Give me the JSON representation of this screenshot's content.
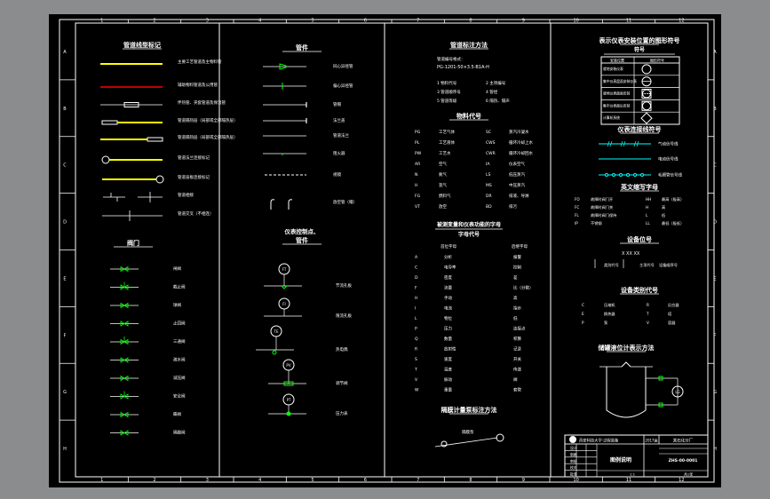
{
  "colors": {
    "background": "#8b8c8d",
    "paper": "#000000",
    "line": "#ffffff",
    "process": "#ffff00",
    "utility": "#ff0000",
    "signal": "#00ffff",
    "valve": "#00ff00"
  },
  "grid": {
    "columns": [
      "1",
      "2",
      "3",
      "4",
      "5",
      "6",
      "7",
      "8",
      "9",
      "10",
      "11",
      "12"
    ],
    "rows": [
      "A",
      "B",
      "C",
      "D",
      "E",
      "F",
      "G",
      "H"
    ]
  },
  "col1": {
    "title": "管道线型标记",
    "lines": [
      "主要工艺管道及主物料管",
      "辅助物料管道及公用管",
      "伴热管、夹套管道及保温管",
      "管道隔热层（局部或全部隔热层）",
      "管道隔热层（局部或全部隔热层）",
      "管道法兰连接标记",
      "管道盲板连接标记",
      "管道相接",
      "管道交叉（不相连）"
    ],
    "valve_title": "阀门",
    "valves": [
      "闸阀",
      "截止阀",
      "球阀",
      "止回阀",
      "三通阀",
      "疏水阀",
      "减压阀",
      "安全阀",
      "蝶阀",
      "隔膜阀"
    ]
  },
  "col2": {
    "title": "管件",
    "fittings": [
      "同心异径管",
      "偏心异径管",
      "管帽",
      "法兰盖",
      "管道法兰",
      "阻火器",
      "视镜",
      "放空管（帽）"
    ],
    "inst_title": "仪表控制点、",
    "inst_subtitle": "管件",
    "instruments": [
      {
        "tag": "FT",
        "label": "节流孔板"
      },
      {
        "tag": "FI",
        "label": "限流孔板"
      },
      {
        "tag": "TE",
        "label": "热电偶"
      },
      {
        "tag": "PV",
        "label": "调节阀"
      },
      {
        "tag": "PT",
        "label": "压力表"
      }
    ]
  },
  "col3": {
    "title": "管道标注方法",
    "format_lead": "管道编号格式：",
    "format": "PG-1201-50×3.5-B1A-H",
    "format_items": [
      "1 物料代号",
      "2 主项编号",
      "3 管道顺序号",
      "4 管径",
      "5 管道等级",
      "6 隔热、隔声"
    ],
    "material_title": "物料代号",
    "materials": [
      [
        "PG",
        "工艺气体",
        "SC",
        "蒸汽冷凝水"
      ],
      [
        "PL",
        "工艺液体",
        "CWS",
        "循环冷却上水"
      ],
      [
        "PW",
        "工艺水",
        "CWR",
        "循环冷却回水"
      ],
      [
        "AR",
        "空气",
        "IA",
        "仪表空气"
      ],
      [
        "N",
        "氮气",
        "LS",
        "低压蒸汽"
      ],
      [
        "H",
        "氢气",
        "MS",
        "中压蒸汽"
      ],
      [
        "FG",
        "燃料气",
        "DR",
        "排液、导淋"
      ],
      [
        "VT",
        "放空",
        "BD",
        "排污"
      ]
    ],
    "letters_title": "被测变量和仪表功能的字母",
    "letters_subtitle": "字母代号",
    "letters_head": [
      "首位字母",
      "后继字母"
    ],
    "letters": [
      [
        "A",
        "分析",
        "报警"
      ],
      [
        "C",
        "电导率",
        "控制"
      ],
      [
        "D",
        "密度",
        "差"
      ],
      [
        "F",
        "流量",
        "比（分数）"
      ],
      [
        "H",
        "手动",
        "高"
      ],
      [
        "I",
        "电流",
        "指示"
      ],
      [
        "L",
        "物位",
        "低"
      ],
      [
        "P",
        "压力",
        "连接点"
      ],
      [
        "Q",
        "数量",
        "积算"
      ],
      [
        "R",
        "放射性",
        "记录"
      ],
      [
        "S",
        "速度",
        "开关"
      ],
      [
        "T",
        "温度",
        "传送"
      ],
      [
        "V",
        "振动",
        "阀"
      ],
      [
        "W",
        "重量",
        "套管"
      ]
    ],
    "pump_title": "隔膜计量泵标注方法",
    "pump_label": "隔膜泵"
  },
  "col4": {
    "title": "表示仪表安装位置的图形符号",
    "table_title": "符号",
    "table_head": [
      "安装位置",
      "图形符号"
    ],
    "positions": [
      "就地安装仪表",
      "集中仪表盘面安装仪表",
      "就地仪表盘面安装",
      "集中仪表盘后安装",
      "计算机系统"
    ],
    "conn_title": "仪表连接线符号",
    "connections": [
      "气动信号线",
      "电动信号线",
      "毛细管信号线"
    ],
    "abbr_title": "英文缩写字母",
    "abbr": [
      [
        "FO",
        "故障时阀门开",
        "HH",
        "最高（极高）"
      ],
      [
        "FC",
        "故障时阀门关",
        "H",
        "高"
      ],
      [
        "FL",
        "故障时阀门保持",
        "L",
        "低"
      ],
      [
        "IP",
        "不锈钢",
        "LL",
        "最低（极低）"
      ]
    ],
    "equip_title": "设备位号",
    "equip_format": "X XX XX",
    "equip_parts": [
      "类别代号",
      "主项代号",
      "设备顺序号"
    ],
    "class_title": "设备类别代号",
    "classes": [
      [
        "C",
        "压缩机",
        "R",
        "反应器"
      ],
      [
        "E",
        "换热器",
        "T",
        "塔"
      ],
      [
        "P",
        "泵",
        "V",
        "容器"
      ]
    ],
    "ctrl_title": "储罐液位计表示方法",
    "ctrl_tag": "LG"
  },
  "title_block": {
    "school": "西安科技大学·过程装备",
    "year": "2017届",
    "company": "某石化分厂",
    "drawing": "图例说明",
    "number": "ZHS-00-0001",
    "rows": [
      "设计",
      "制图",
      "审核",
      "校对",
      "批准"
    ],
    "scale": "1:1",
    "sheet": "共1张"
  }
}
